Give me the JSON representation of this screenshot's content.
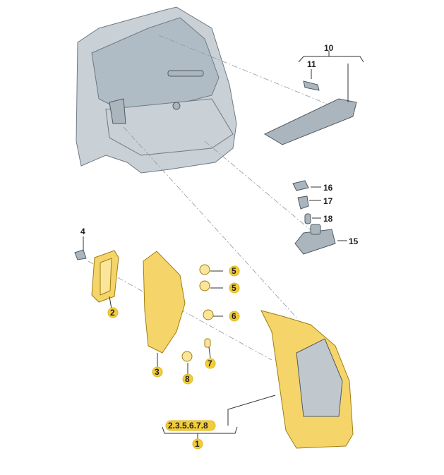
{
  "diagram": {
    "title_group_label": "2.3.5.6.7.8",
    "colors": {
      "callout": "#f2cc3a",
      "highlight_part": "#f5d56a",
      "car_body": "#c9d0d6"
    },
    "labels": {
      "p1": "1",
      "p2": "2",
      "p3": "3",
      "p4": "4",
      "p5a": "5",
      "p5b": "5",
      "p6": "6",
      "p7": "7",
      "p8": "8",
      "p10": "10",
      "p11": "11",
      "p15": "15",
      "p16": "16",
      "p17": "17",
      "p18": "18"
    }
  }
}
